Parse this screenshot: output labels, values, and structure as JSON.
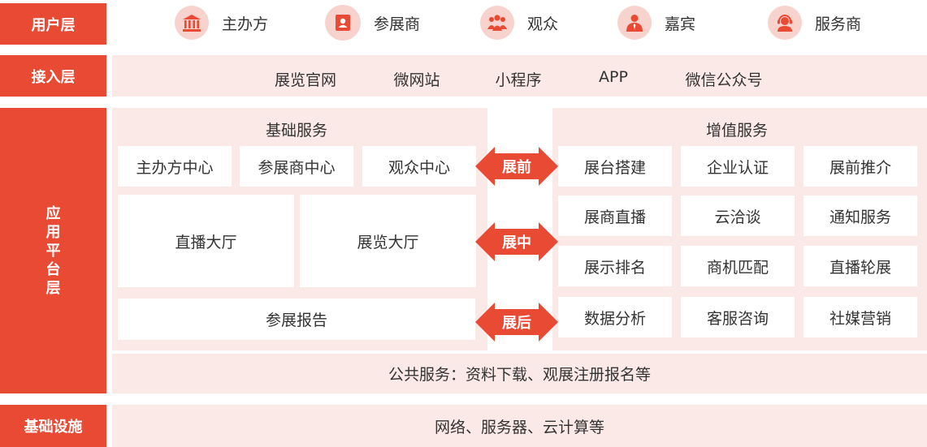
{
  "layers": {
    "user": "用户层",
    "access": "接入层",
    "app_platform": [
      "应",
      "用",
      "平",
      "台",
      "层"
    ],
    "infra": "基础设施"
  },
  "users": [
    {
      "icon": "government-building-icon",
      "label": "主办方"
    },
    {
      "icon": "exhibitor-badge-icon",
      "label": "参展商"
    },
    {
      "icon": "audience-group-icon",
      "label": "观众"
    },
    {
      "icon": "guest-person-icon",
      "label": "嘉宾"
    },
    {
      "icon": "service-agent-icon",
      "label": "服务商"
    }
  ],
  "access_channels": [
    "展览官网",
    "微网站",
    "小程序",
    "APP",
    "微信公众号"
  ],
  "basic_services": {
    "title": "基础服务",
    "centers": [
      "主办方中心",
      "参展商中心",
      "观众中心"
    ],
    "halls": [
      "直播大厅",
      "展览大厅"
    ],
    "report": "参展报告"
  },
  "phases": [
    "展前",
    "展中",
    "展后"
  ],
  "value_added": {
    "title": "增值服务",
    "items": [
      [
        "展台搭建",
        "企业认证",
        "展前推介"
      ],
      [
        "展商直播",
        "云洽谈",
        "通知服务"
      ],
      [
        "展示排名",
        "商机匹配",
        "直播轮展"
      ],
      [
        "数据分析",
        "客服咨询",
        "社媒营销"
      ]
    ]
  },
  "public_services": "公共服务：资料下载、观展注册报名等",
  "infrastructure": "网络、服务器、云计算等",
  "colors": {
    "accent": "#e84a33",
    "band": "#fbe9e7",
    "icon_bg": "#f8d3cd"
  }
}
